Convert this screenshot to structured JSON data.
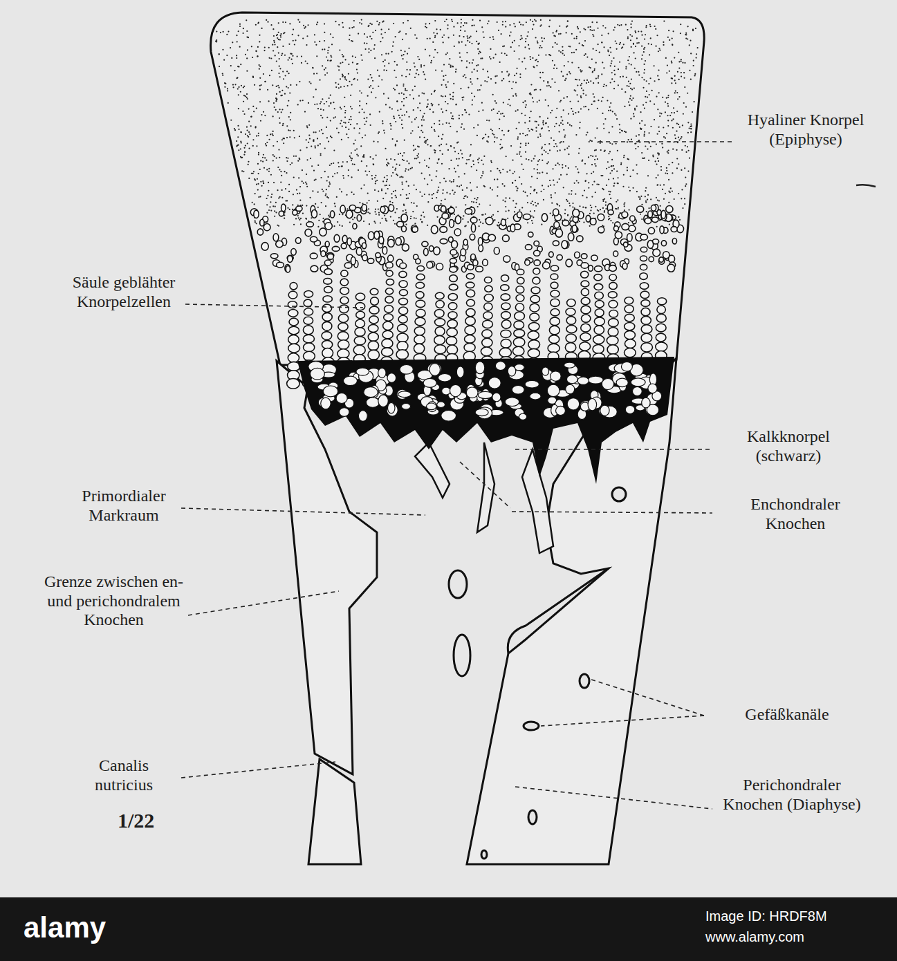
{
  "diagram": {
    "labels": [
      "Hyaliner Knorpel (Epiphyse)",
      "Säule geblähter Knorpelzellen",
      "Kalkknorpel (schwarz)",
      "Primordialer Markraum",
      "Enchondraler Knochen",
      "Grenze zwischen en- und perichondralem Knochen",
      "Gefäßkanäle",
      "Canalis nutricius",
      "Perichondraler Knochen (Diaphyse)",
      "1/22",
      "alamy",
      "Image ID: HRDF8M",
      "www.alamy.com"
    ]
  }
}
